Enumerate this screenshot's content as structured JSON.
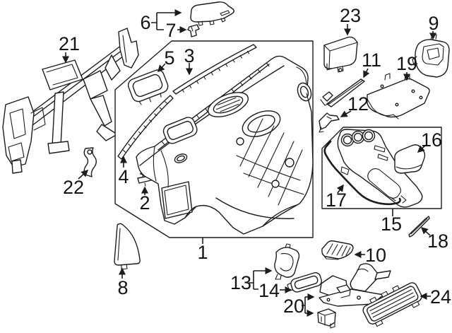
{
  "colors": {
    "background": "#ffffff",
    "line": "#1c1c1c",
    "label": "#141414"
  },
  "callouts": {
    "c1": {
      "label": "1"
    },
    "c2": {
      "label": "2"
    },
    "c3": {
      "label": "3"
    },
    "c4": {
      "label": "4"
    },
    "c5": {
      "label": "5"
    },
    "c6": {
      "label": "6"
    },
    "c7": {
      "label": "7"
    },
    "c8": {
      "label": "8"
    },
    "c9": {
      "label": "9"
    },
    "c10": {
      "label": "10"
    },
    "c11": {
      "label": "11"
    },
    "c12": {
      "label": "12"
    },
    "c13": {
      "label": "13"
    },
    "c14": {
      "label": "14"
    },
    "c15": {
      "label": "15"
    },
    "c16": {
      "label": "16"
    },
    "c17": {
      "label": "17"
    },
    "c18": {
      "label": "18"
    },
    "c19": {
      "label": "19"
    },
    "c20": {
      "label": "20"
    },
    "c21": {
      "label": "21"
    },
    "c22": {
      "label": "22"
    },
    "c23": {
      "label": "23"
    },
    "c24": {
      "label": "24"
    }
  }
}
